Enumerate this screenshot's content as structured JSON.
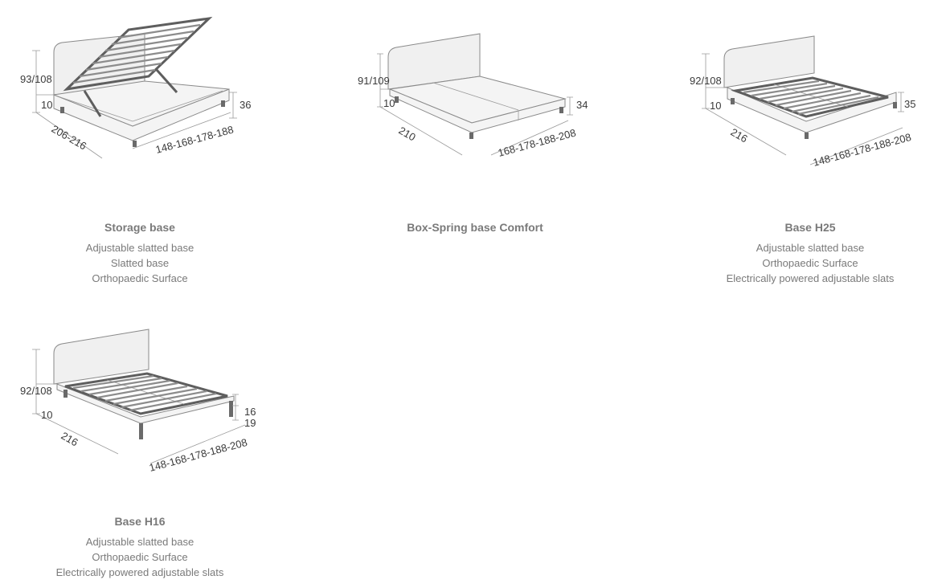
{
  "products": [
    {
      "id": "storage",
      "title": "Storage base",
      "options": [
        "Adjustable slatted base",
        "Slatted base",
        "Orthopaedic Surface"
      ],
      "dims": {
        "height": "93/108",
        "leg": "10",
        "length": "206-216",
        "width": "148-168-178-188",
        "base": "36"
      }
    },
    {
      "id": "boxspring",
      "title": "Box-Spring base Comfort",
      "options": [],
      "dims": {
        "height": "91/109",
        "leg": "10",
        "length": "210",
        "width": "168-178-188-208",
        "base": "34"
      }
    },
    {
      "id": "h25",
      "title": "Base H25",
      "options": [
        "Adjustable slatted base",
        "Orthopaedic Surface",
        "Electrically powered adjustable slats"
      ],
      "dims": {
        "height": "92/108",
        "leg": "10",
        "length": "216",
        "width": "148-168-178-188-208",
        "base": "35"
      }
    },
    {
      "id": "h16",
      "title": "Base H16",
      "options": [
        "Adjustable slatted base",
        "Orthopaedic Surface",
        "Electrically powered adjustable slats"
      ],
      "dims": {
        "height": "92/108",
        "leg": "10",
        "length": "216",
        "width": "148-168-178-188-208",
        "base_top": "16",
        "base_bottom": "19"
      }
    }
  ]
}
